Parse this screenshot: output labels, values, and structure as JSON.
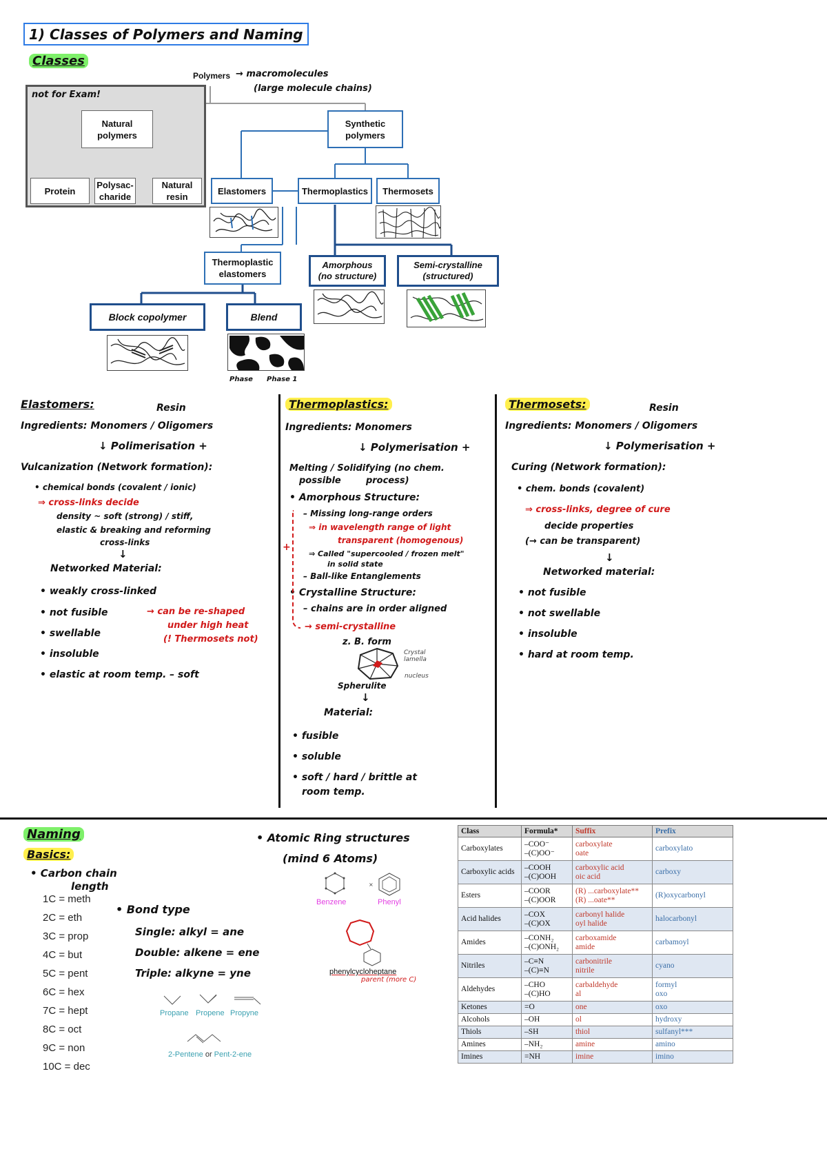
{
  "title": "1) Classes of Polymers and Naming",
  "classes_heading": "Classes",
  "tree": {
    "root": "Polymers",
    "root_note": "→ macromolecules",
    "root_note2": "(large molecule chains)",
    "not_exam": "not for Exam!",
    "natural": "Natural polymers",
    "synthetic": "Synthetic polymers",
    "protein": "Protein",
    "polysaccharide": "Polysac-charide",
    "natural_resin": "Natural resin",
    "elastomers": "Elastomers",
    "thermoplastics": "Thermoplastics",
    "thermosets": "Thermosets",
    "tpe": "Thermoplastic elastomers",
    "amorphous": "Amorphous\n(no structure)",
    "semi": "Semi-crystalline\n(structured)",
    "block": "Block copolymer",
    "blend": "Blend",
    "blend_label1": "Phase",
    "blend_label2": "Phase 1"
  },
  "elastomers": {
    "heading": "Elastomers:",
    "resin": "Resin",
    "ingredients": "Ingredients: Monomers / Oligomers",
    "step": "↓ Polimerisation +",
    "vulc": "Vulcanization (Network formation):",
    "b1": "• chemical bonds (covalent / ionic)",
    "b2": "⇒ cross-links decide",
    "b3": "density ~ soft (strong) / stiff,",
    "b4": "elastic & breaking and reforming",
    "b5": "cross-links",
    "net": "Networked Material:",
    "p1": "• weakly cross-linked",
    "p2": "• not fusible",
    "p2r": "→ can be re-shaped",
    "p2r2": "under high heat",
    "p2r3": "(! Thermosets not)",
    "p3": "• swellable",
    "p4": "• insoluble",
    "p5": "• elastic at room temp. – soft"
  },
  "thermoplastics": {
    "heading": "Thermoplastics:",
    "ingredients": "Ingredients: Monomers",
    "step": "↓ Polymerisation +",
    "melt": "Melting / Solidifying (no chem.",
    "melt2": "possible        process)",
    "a1": "• Amorphous Structure:",
    "a2": "– Missing long-range orders",
    "a3": "⇒ in wavelength range of light",
    "a4": "transparent (homogenous)",
    "a5": "⇒ Called \"supercooled / frozen melt\"",
    "a6": "in solid state",
    "a7": "– Ball-like Entanglements",
    "c1": "• Crystalline Structure:",
    "c2": "– chains are in order aligned",
    "c3": "→ semi-crystalline",
    "c4": "z. B. form",
    "crystal": "Crystal lamella",
    "nucleus": "nucleus",
    "spherulite": "Spherulite",
    "mat": "Material:",
    "m1": "• fusible",
    "m2": "• soluble",
    "m3": "• soft / hard / brittle at",
    "m4": "room temp."
  },
  "thermosets": {
    "heading": "Thermosets:",
    "resin": "Resin",
    "ingredients": "Ingredients: Monomers / Oligomers",
    "step": "↓ Polymerisation +",
    "curing": "Curing (Network formation):",
    "b1": "• chem. bonds (covalent)",
    "b2": "⇒ cross-links, degree of cure",
    "b3": "decide properties",
    "b4": "(→ can be transparent)",
    "net": "Networked material:",
    "p1": "• not fusible",
    "p2": "• not swellable",
    "p3": "• insoluble",
    "p4": "• hard at room temp."
  },
  "naming": {
    "heading": "Naming",
    "basics": "Basics:",
    "carbon": "• Carbon chain",
    "length": "length",
    "chain": [
      "1C = meth",
      "2C = eth",
      "3C = prop",
      "4C = but",
      "5C = pent",
      "6C = hex",
      "7C = hept",
      "8C = oct",
      "9C = non",
      "10C = dec"
    ],
    "bond": "• Bond type",
    "single": "Single: alkyl = ane",
    "double": "Double: alkene = ene",
    "triple": "Triple: alkyne = yne",
    "propane": "Propane",
    "propene": "Propene",
    "propyne": "Propyne",
    "pentene": "2-Pentene",
    "or": "or",
    "pent2ene": "Pent-2-ene",
    "ring": "• Atomic Ring structures",
    "ring2": "(mind 6 Atoms)",
    "benzene": "Benzene",
    "phenyl": "Phenyl",
    "phenylcyclo": "phenylcycloheptane",
    "parent": "parent (more C)"
  },
  "table": {
    "headers": [
      "Class",
      "Formula*",
      "Suffix",
      "Prefix"
    ],
    "rows": [
      [
        "Carboxylates",
        "–COO⁻\n–(C)OO⁻",
        "carboxylate\noate",
        "carboxylato"
      ],
      [
        "Carboxylic acids",
        "–COOH\n–(C)OOH",
        "carboxylic acid\noic acid",
        "carboxy"
      ],
      [
        "Esters",
        "–COOR\n–(C)OOR",
        "(R) ...carboxylate**\n(R) ...oate**",
        "(R)oxycarbonyl"
      ],
      [
        "Acid halides",
        "–COX\n–(C)OX",
        "carbonyl halide\noyl halide",
        "halocarbonyl"
      ],
      [
        "Amides",
        "–CONH₂\n–(C)ONH₂",
        "carboxamide\namide",
        "carbamoyl"
      ],
      [
        "Nitriles",
        "–C≡N\n–(C)≡N",
        "carbonitrile\nnitrile",
        "cyano"
      ],
      [
        "Aldehydes",
        "–CHO\n–(C)HO",
        "carbaldehyde\nal",
        "formyl\noxo"
      ],
      [
        "Ketones",
        "=O",
        "one",
        "oxo"
      ],
      [
        "Alcohols",
        "–OH",
        "ol",
        "hydroxy"
      ],
      [
        "Thiols",
        "–SH",
        "thiol",
        "sulfanyl***"
      ],
      [
        "Amines",
        "–NH₂",
        "amine",
        "amino"
      ],
      [
        "Imines",
        "=NH",
        "imine",
        "imino"
      ]
    ]
  }
}
